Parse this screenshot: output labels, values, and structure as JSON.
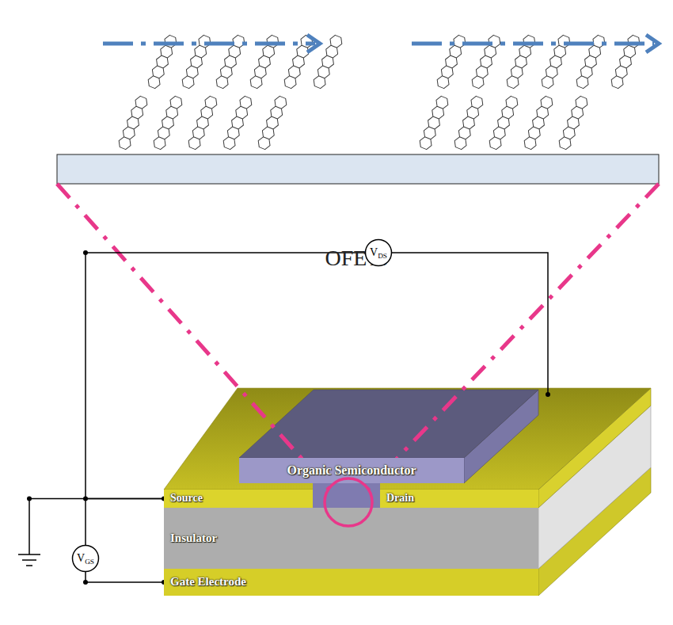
{
  "diagram": {
    "title": "OFETs",
    "nodes": [
      {
        "text": [
          "VDS"
        ]
      },
      {
        "text": [
          "Organic Semiconductor"
        ]
      },
      {
        "text": [
          "Source"
        ]
      },
      {
        "text": [
          "Drain"
        ]
      },
      {
        "text": [
          "Insulator"
        ]
      },
      {
        "text": [
          "VGS"
        ]
      },
      {
        "text": [
          "Gate Electrode"
        ]
      }
    ],
    "edges": [
      {
        "from": 0,
        "to": 2,
        "arrow": "none"
      },
      {
        "from": 0,
        "to": 3,
        "arrow": "none"
      },
      {
        "from": 5,
        "to": 2,
        "arrow": "none"
      },
      {
        "from": 5,
        "to": 6,
        "arrow": "none"
      }
    ]
  }
}
